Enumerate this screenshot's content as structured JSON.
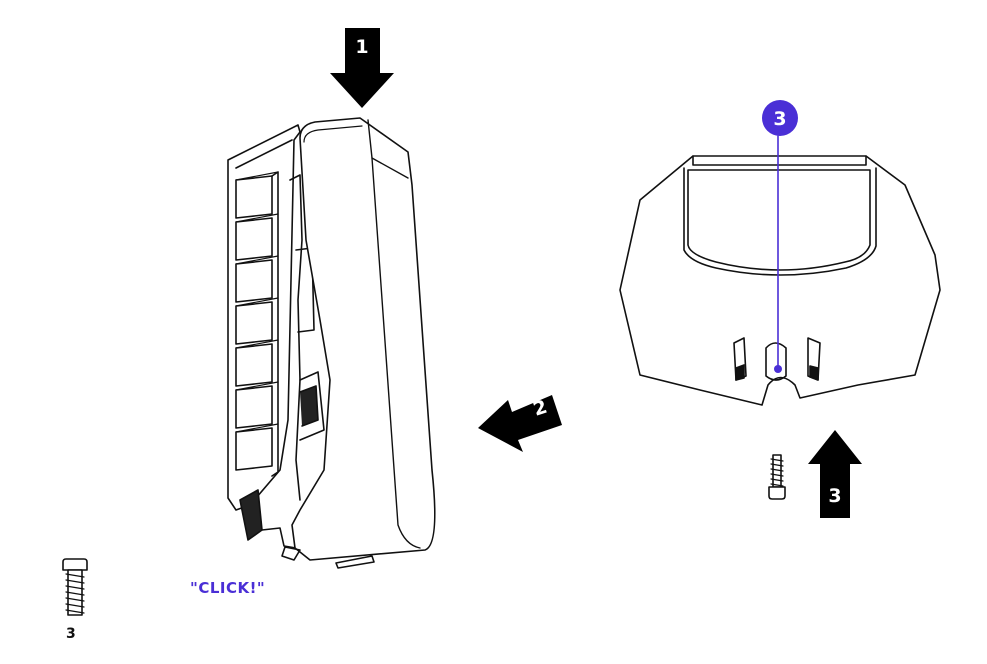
{
  "steps": {
    "step1": "1",
    "step2": "2",
    "step3_arrow": "3",
    "step3_badge": "3"
  },
  "click_text": "\"CLICK!\"",
  "screw_quantity": "3",
  "colors": {
    "accent": "#4a2fd6",
    "line": "#111111",
    "arrow": "#000000"
  },
  "icons": {
    "screw": "screw-icon",
    "arrow": "arrow-icon"
  }
}
